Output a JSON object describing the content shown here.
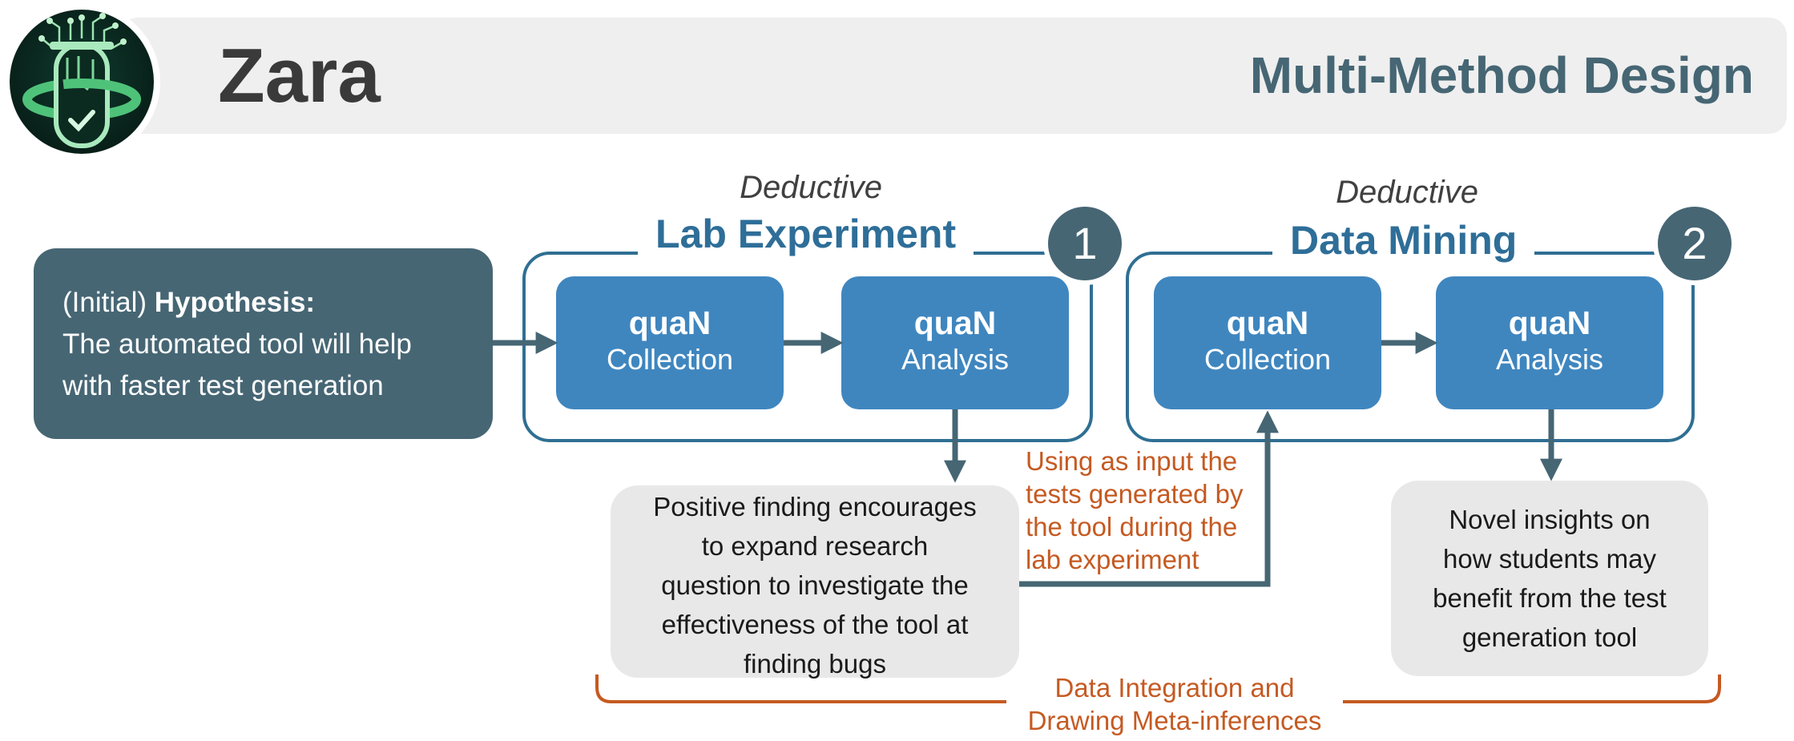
{
  "header": {
    "app_title": "Zara",
    "page_title": "Multi-Method Design"
  },
  "icons": {
    "logo": "test-tube-circuit-logo"
  },
  "colors": {
    "frame": "#2f6f93",
    "method_box": "#3f86bf",
    "hypothesis_box": "#466674",
    "integration": "#c55a22",
    "finding_box": "#e8e8e8"
  },
  "hypothesis": {
    "prefix": "(Initial) ",
    "label": "Hypothesis:",
    "line1": "The automated tool will help",
    "line2": "with faster test generation"
  },
  "phase1": {
    "qualifier": "Deductive",
    "name": "Lab Experiment",
    "number": "1",
    "collection": {
      "method": "quaN",
      "label": "Collection"
    },
    "analysis": {
      "method": "quaN",
      "label": "Analysis"
    }
  },
  "phase2": {
    "qualifier": "Deductive",
    "name": "Data Mining",
    "number": "2",
    "collection": {
      "method": "quaN",
      "label": "Collection"
    },
    "analysis": {
      "method": "quaN",
      "label": "Analysis"
    }
  },
  "finding1": {
    "lines": [
      "Positive finding encourages",
      "to expand research",
      "question to investigate the",
      "effectiveness of the tool at",
      "finding bugs"
    ]
  },
  "finding2": {
    "lines": [
      "Novel insights on",
      "how students may",
      "benefit from the test",
      "generation tool"
    ]
  },
  "transfer_note": {
    "lines": [
      "Using as input the",
      "tests generated by",
      "the tool during the",
      "lab experiment"
    ]
  },
  "integration": {
    "line1": "Data Integration and",
    "line2": "Drawing Meta-inferences"
  }
}
